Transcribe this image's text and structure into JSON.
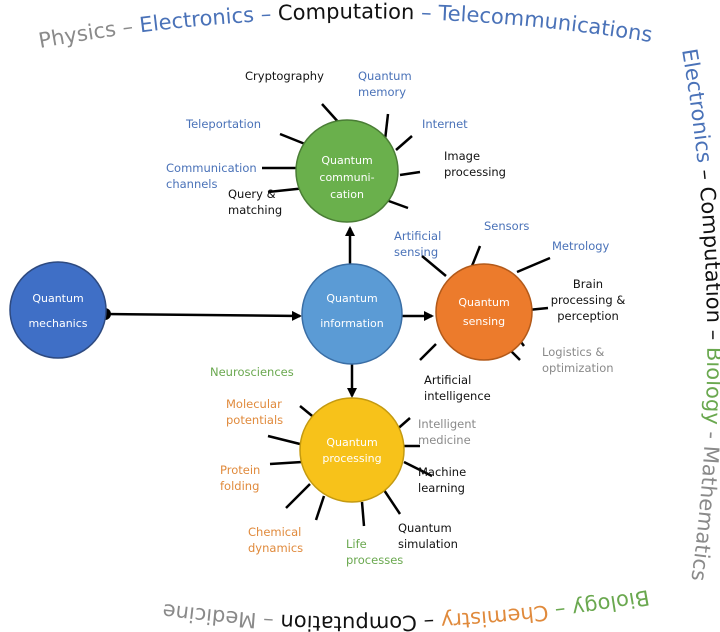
{
  "colors": {
    "blue_text": "#4a72b8",
    "black_text": "#111111",
    "gray_text": "#8a8a8a",
    "green_text": "#6aa84f",
    "orange_text": "#e08a3c",
    "node_mechanics": "#3f6fc6",
    "node_information": "#5b9bd5",
    "node_communication": "#6ab04c",
    "node_sensing": "#ec7b2c",
    "node_processing": "#f7c21a"
  },
  "border_top": [
    {
      "text": "Physics",
      "color": "gray"
    },
    {
      "text": " – ",
      "color": "gray"
    },
    {
      "text": "Electronics",
      "color": "blue"
    },
    {
      "text": " – ",
      "color": "blue"
    },
    {
      "text": "Computation",
      "color": "black"
    },
    {
      "text": " – ",
      "color": "blue"
    },
    {
      "text": "Telecommunications",
      "color": "blue"
    }
  ],
  "border_right": [
    {
      "text": "Electronics",
      "color": "blue"
    },
    {
      "text": " – ",
      "color": "black"
    },
    {
      "text": "Computation",
      "color": "black"
    },
    {
      "text": " – ",
      "color": "black"
    },
    {
      "text": "Biology",
      "color": "green"
    },
    {
      "text": " - ",
      "color": "gray"
    },
    {
      "text": "Mathematics",
      "color": "gray"
    }
  ],
  "border_bottom": [
    {
      "text": "Biology",
      "color": "green"
    },
    {
      "text": " – ",
      "color": "green"
    },
    {
      "text": "Chemistry",
      "color": "orange"
    },
    {
      "text": " – ",
      "color": "black"
    },
    {
      "text": "Computation",
      "color": "black"
    },
    {
      "text": " – ",
      "color": "gray"
    },
    {
      "text": "Medicine",
      "color": "gray"
    }
  ],
  "nodes": {
    "mechanics": [
      "Quantum",
      "mechanics"
    ],
    "information": [
      "Quantum",
      "information"
    ],
    "communication": [
      "Quantum",
      "communi-",
      "cation"
    ],
    "sensing": [
      "Quantum",
      "sensing"
    ],
    "processing": [
      "Quantum",
      "processing"
    ]
  },
  "communication_labels": [
    {
      "lines": [
        "Cryptography"
      ],
      "color": "black"
    },
    {
      "lines": [
        "Quantum",
        "memory"
      ],
      "color": "blue"
    },
    {
      "lines": [
        "Teleportation"
      ],
      "color": "blue"
    },
    {
      "lines": [
        "Internet"
      ],
      "color": "blue"
    },
    {
      "lines": [
        "Communication",
        "channels"
      ],
      "color": "blue"
    },
    {
      "lines": [
        "Image",
        "processing"
      ],
      "color": "black"
    },
    {
      "lines": [
        "Query &",
        "matching"
      ],
      "color": "black"
    }
  ],
  "sensing_labels": [
    {
      "lines": [
        "Artificial",
        "sensing"
      ],
      "color": "blue"
    },
    {
      "lines": [
        "Sensors"
      ],
      "color": "blue"
    },
    {
      "lines": [
        "Metrology"
      ],
      "color": "blue"
    },
    {
      "lines": [
        "Brain",
        "processing &",
        "perception"
      ],
      "color": "black"
    },
    {
      "lines": [
        "Logistics &",
        "optimization"
      ],
      "color": "gray"
    },
    {
      "lines": [
        "Artificial",
        "intelligence"
      ],
      "color": "black"
    }
  ],
  "processing_labels": [
    {
      "lines": [
        "Neurosciences"
      ],
      "color": "green"
    },
    {
      "lines": [
        "Molecular",
        "potentials"
      ],
      "color": "orange"
    },
    {
      "lines": [
        "Intelligent",
        "medicine"
      ],
      "color": "gray"
    },
    {
      "lines": [
        "Protein",
        "folding"
      ],
      "color": "orange"
    },
    {
      "lines": [
        "Machine",
        "learning"
      ],
      "color": "black"
    },
    {
      "lines": [
        "Chemical",
        "dynamics"
      ],
      "color": "orange"
    },
    {
      "lines": [
        "Life",
        "processes"
      ],
      "color": "green"
    },
    {
      "lines": [
        "Quantum",
        "simulation"
      ],
      "color": "black"
    }
  ]
}
